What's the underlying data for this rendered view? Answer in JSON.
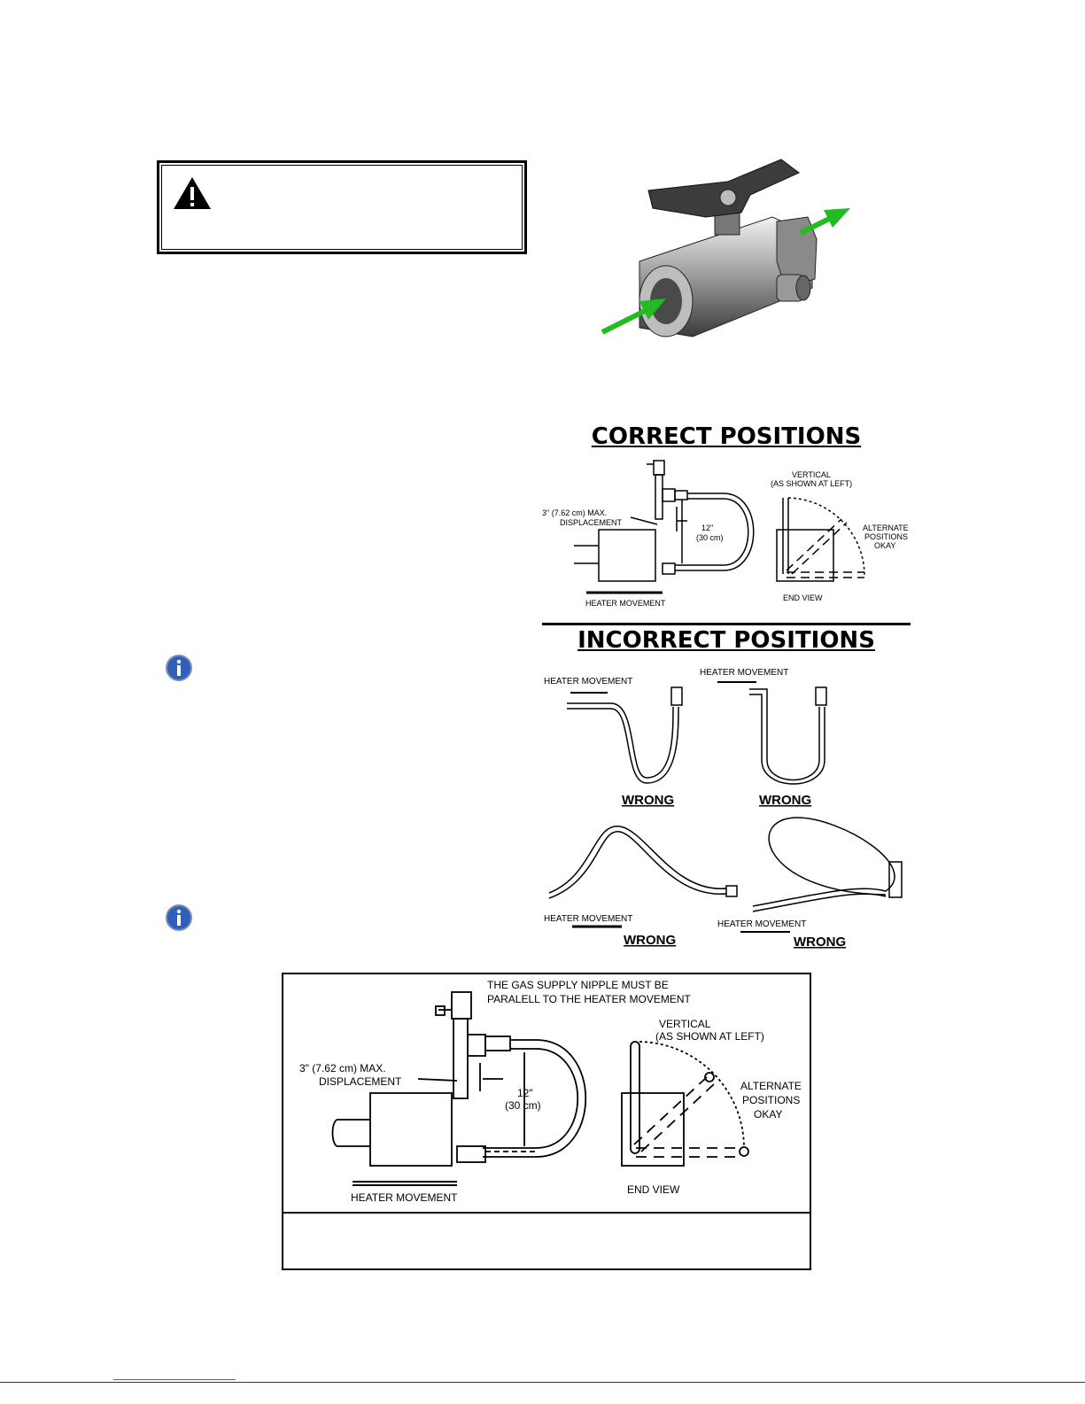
{
  "correct_heading": "CORRECT POSITIONS",
  "incorrect_heading": "INCORRECT POSITIONS",
  "correct_fig": {
    "displacement": "3\" (7.62 cm) MAX.",
    "displacement2": "DISPLACEMENT",
    "len1": "12\"",
    "len2": "(30 cm)",
    "vertical": "VERTICAL",
    "as_shown": "(AS SHOWN AT LEFT)",
    "alt1": "ALTERNATE",
    "alt2": "POSITIONS",
    "alt3": "OKAY",
    "movement": "HEATER MOVEMENT",
    "end_view": "END VIEW"
  },
  "incorrect_fig": {
    "movement": "HEATER MOVEMENT",
    "wrong": "WRONG"
  },
  "large_fig": {
    "note1": "THE GAS SUPPLY NIPPLE MUST BE",
    "note2": "PARALELL TO THE HEATER MOVEMENT",
    "vertical": "VERTICAL",
    "as_shown": "(AS SHOWN AT LEFT)",
    "displacement": "3\" (7.62 cm) MAX.",
    "displacement2": "DISPLACEMENT",
    "len1": "12\"",
    "len2": "(30 cm)",
    "alt1": "ALTERNATE",
    "alt2": "POSITIONS",
    "alt3": "OKAY",
    "movement": "HEATER MOVEMENT",
    "end_view": "END VIEW"
  },
  "colors": {
    "arrow": "#22bb22",
    "info": "#2f5fb8"
  }
}
